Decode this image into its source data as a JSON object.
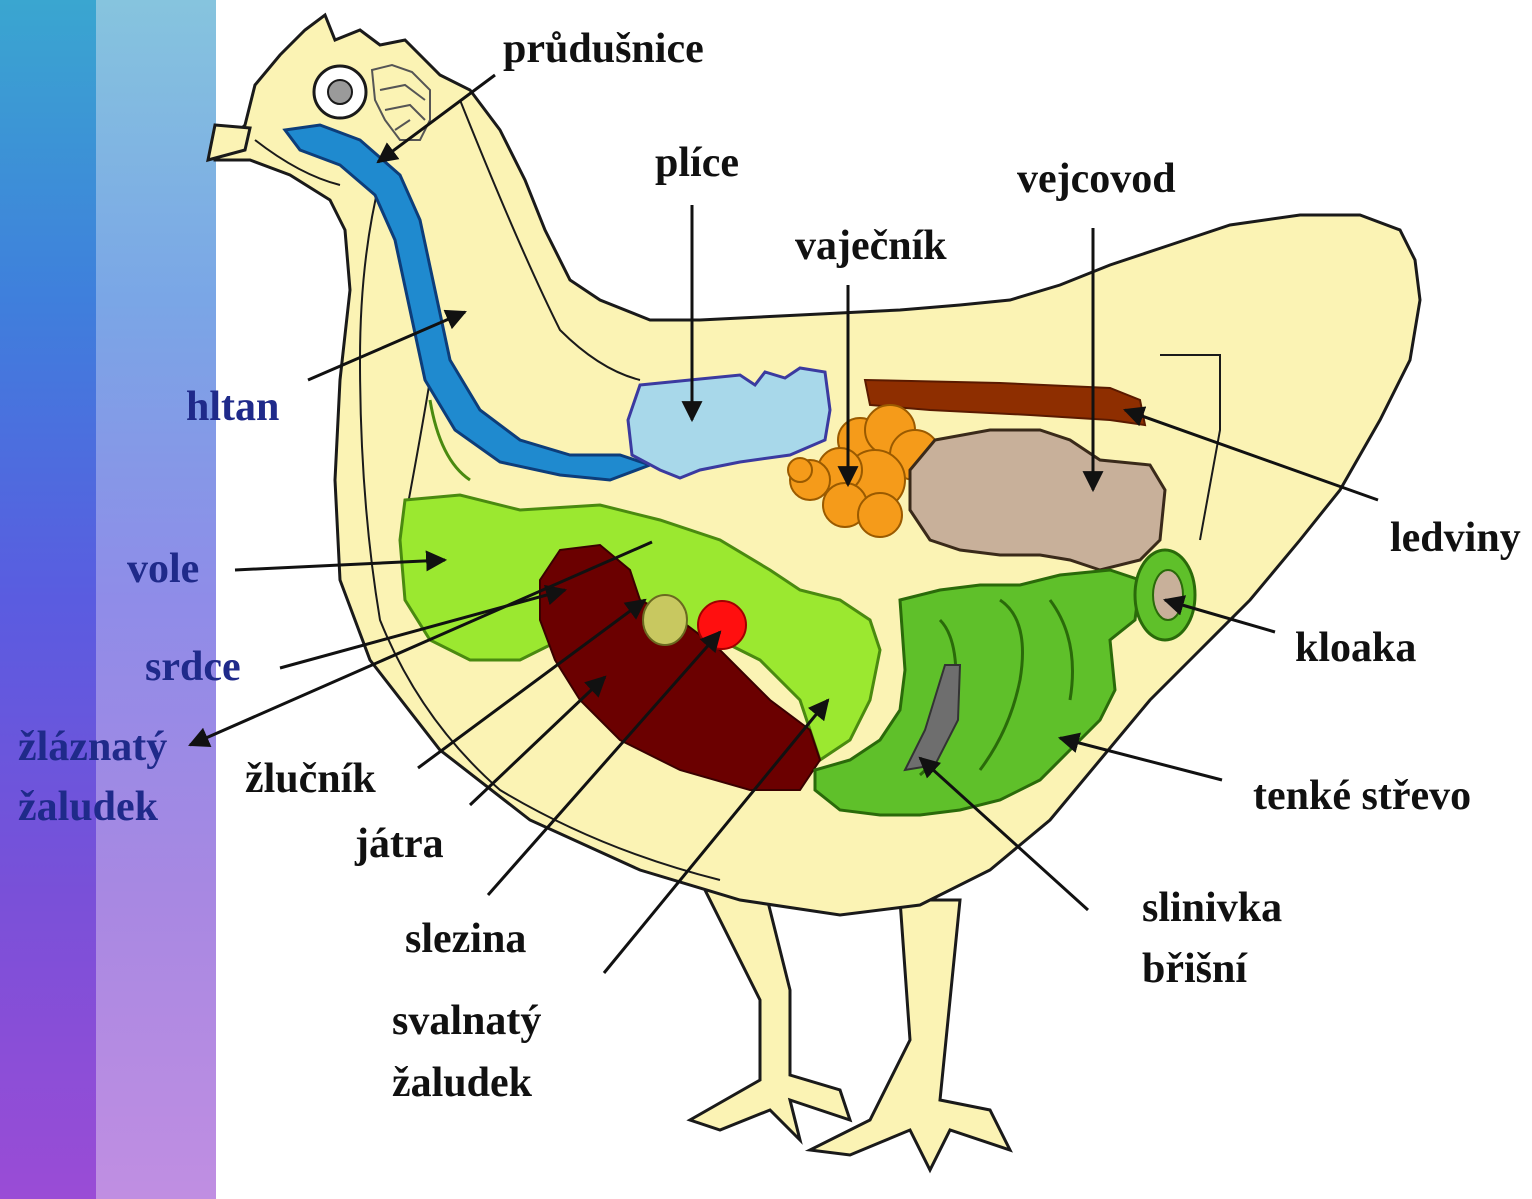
{
  "labels": {
    "pruduSnice": "průdušnice",
    "plice": "plíce",
    "vejcovod": "vejcovod",
    "vajecnik": "vaječník",
    "hltan": "hltan",
    "ledviny": "ledviny",
    "vole": "vole",
    "kloaka": "kloaka",
    "srdce": "srdce",
    "zlaznaty_1": "žláznatý",
    "zlaznaty_2": "žaludek",
    "zlucnik": "žlučník",
    "tenke_strevo": "tenké střevo",
    "jatra": "játra",
    "slinivka_1": "slinivka",
    "slinivka_2": "břišní",
    "slezina": "slezina",
    "svalnaty_1": "svalnatý",
    "svalnaty_2": "žaludek"
  },
  "colors": {
    "body": "#fbf3b4",
    "outline": "#1a1a1a",
    "trachea": "#1f8acf",
    "lungs": "#a8d8ea",
    "crop_green": "#9be830",
    "intestine_green": "#5fc02a",
    "liver": "#6b0000",
    "heart": "#ff0f0f",
    "ovary": "#f59b1a",
    "oviduct": "#c8b09a",
    "kidney": "#8e2e00",
    "pancreas": "#6e6e6e"
  }
}
